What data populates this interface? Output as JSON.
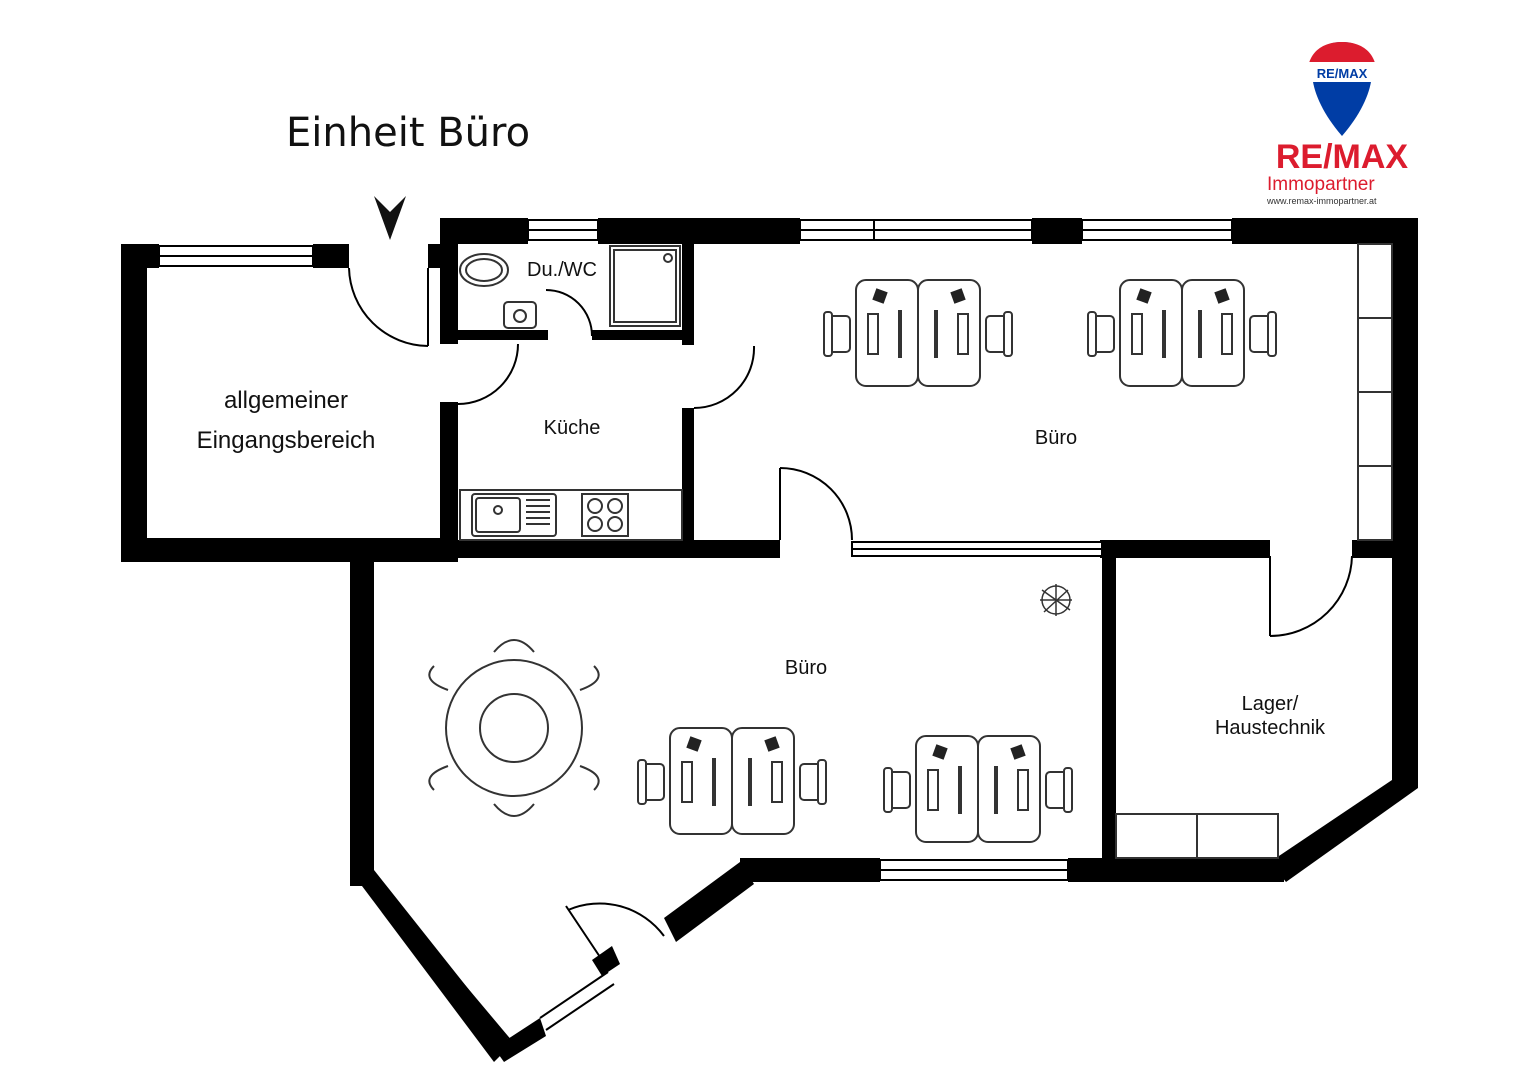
{
  "title": "Einheit Büro",
  "logo": {
    "brand": "RE/MAX",
    "balloon_text": "RE/MAX",
    "subtitle": "Immopartner",
    "url": "www.remax-immopartner.at",
    "colors": {
      "red": "#dc1c2e",
      "blue": "#003da5"
    }
  },
  "rooms": {
    "entrance_line1": "allgemeiner",
    "entrance_line2": "Eingangsbereich",
    "bathroom": "Du./WC",
    "kitchen": "Küche",
    "office_top": "Büro",
    "office_bottom": "Büro",
    "storage_line1": "Lager/",
    "storage_line2": "Haustechnik"
  },
  "icons": {
    "entry": "entry-arrow-icon",
    "plant": "plant-icon"
  },
  "colors": {
    "wall": "#000000",
    "background": "#ffffff",
    "furniture": "#333333"
  }
}
